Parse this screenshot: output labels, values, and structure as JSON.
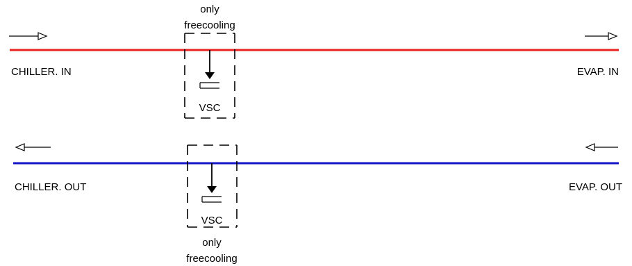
{
  "colors": {
    "supply_line": "#e8211c",
    "return_line": "#1414c8",
    "ink": "#000000"
  },
  "labels": {
    "chiller_in": "CHILLER. IN",
    "evap_in": "EVAP. IN",
    "chiller_out": "CHILLER. OUT",
    "evap_out": "EVAP. OUT"
  },
  "valves": [
    {
      "label": "VSC",
      "note_line1": "only",
      "note_line2": "freecooling"
    },
    {
      "label": "VSC",
      "note_line1": "only",
      "note_line2": "freecooling"
    }
  ],
  "flow_arrows": [
    {
      "direction": "right-arrow-icon"
    },
    {
      "direction": "right-arrow-icon"
    },
    {
      "direction": "left-arrow-icon"
    },
    {
      "direction": "left-arrow-icon"
    }
  ]
}
